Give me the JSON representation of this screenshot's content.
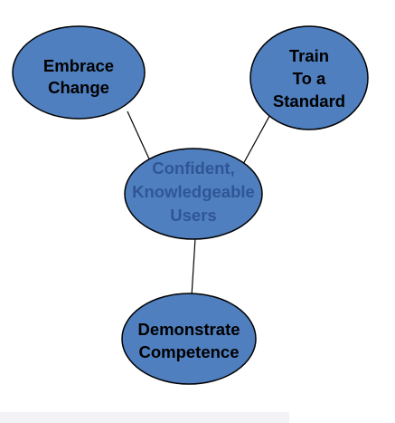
{
  "diagram": {
    "fill_color": "#4f7fbf",
    "outline_color": "#000000",
    "text_color": "#000000",
    "center_text_color": "#2f5597",
    "nodes": {
      "center": {
        "lines": [
          "Confident,",
          "Knowledgeable",
          "Users"
        ]
      },
      "embrace": {
        "lines": [
          "Embrace",
          "Change"
        ]
      },
      "train": {
        "lines": [
          "Train",
          "To a",
          "Standard"
        ]
      },
      "demonstrate": {
        "lines": [
          "Demonstrate",
          "Competence"
        ]
      }
    }
  }
}
